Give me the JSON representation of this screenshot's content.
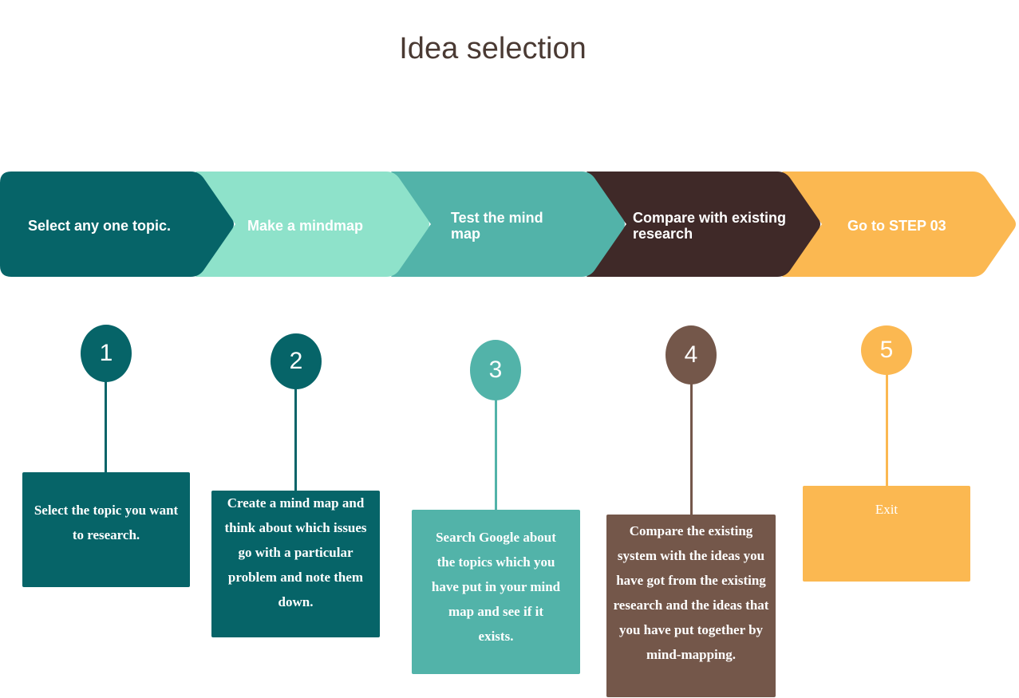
{
  "title": "Idea selection",
  "steps": [
    {
      "number": "1",
      "arrow_label": "Select any one topic.",
      "description": "Select the topic you want to research.",
      "arrow_color": "#066468",
      "marker_color": "#066468",
      "card_color": "#066468"
    },
    {
      "number": "2",
      "arrow_label": "Make a mindmap",
      "description": "Create a mind map and think about which issues go with a particular problem and note them down.",
      "arrow_color": "#8ee2ca",
      "marker_color": "#066468",
      "card_color": "#066468"
    },
    {
      "number": "3",
      "arrow_label": "Test the mind map",
      "description": "Search Google about the topics which you have put in your mind map and see if it exists.",
      "arrow_color": "#52b3a9",
      "marker_color": "#52b3a9",
      "card_color": "#52b3a9"
    },
    {
      "number": "4",
      "arrow_label": "Compare with existing research",
      "description": "Compare the existing system with the ideas you have got from the existing research and the ideas that you have put together by mind-mapping.",
      "arrow_color": "#3f2928",
      "marker_color": "#74574a",
      "card_color": "#74574a"
    },
    {
      "number": "5",
      "arrow_label": "Go to STEP 03",
      "description": "Exit",
      "arrow_color": "#fbb851",
      "marker_color": "#fbb851",
      "card_color": "#fbb851"
    }
  ]
}
